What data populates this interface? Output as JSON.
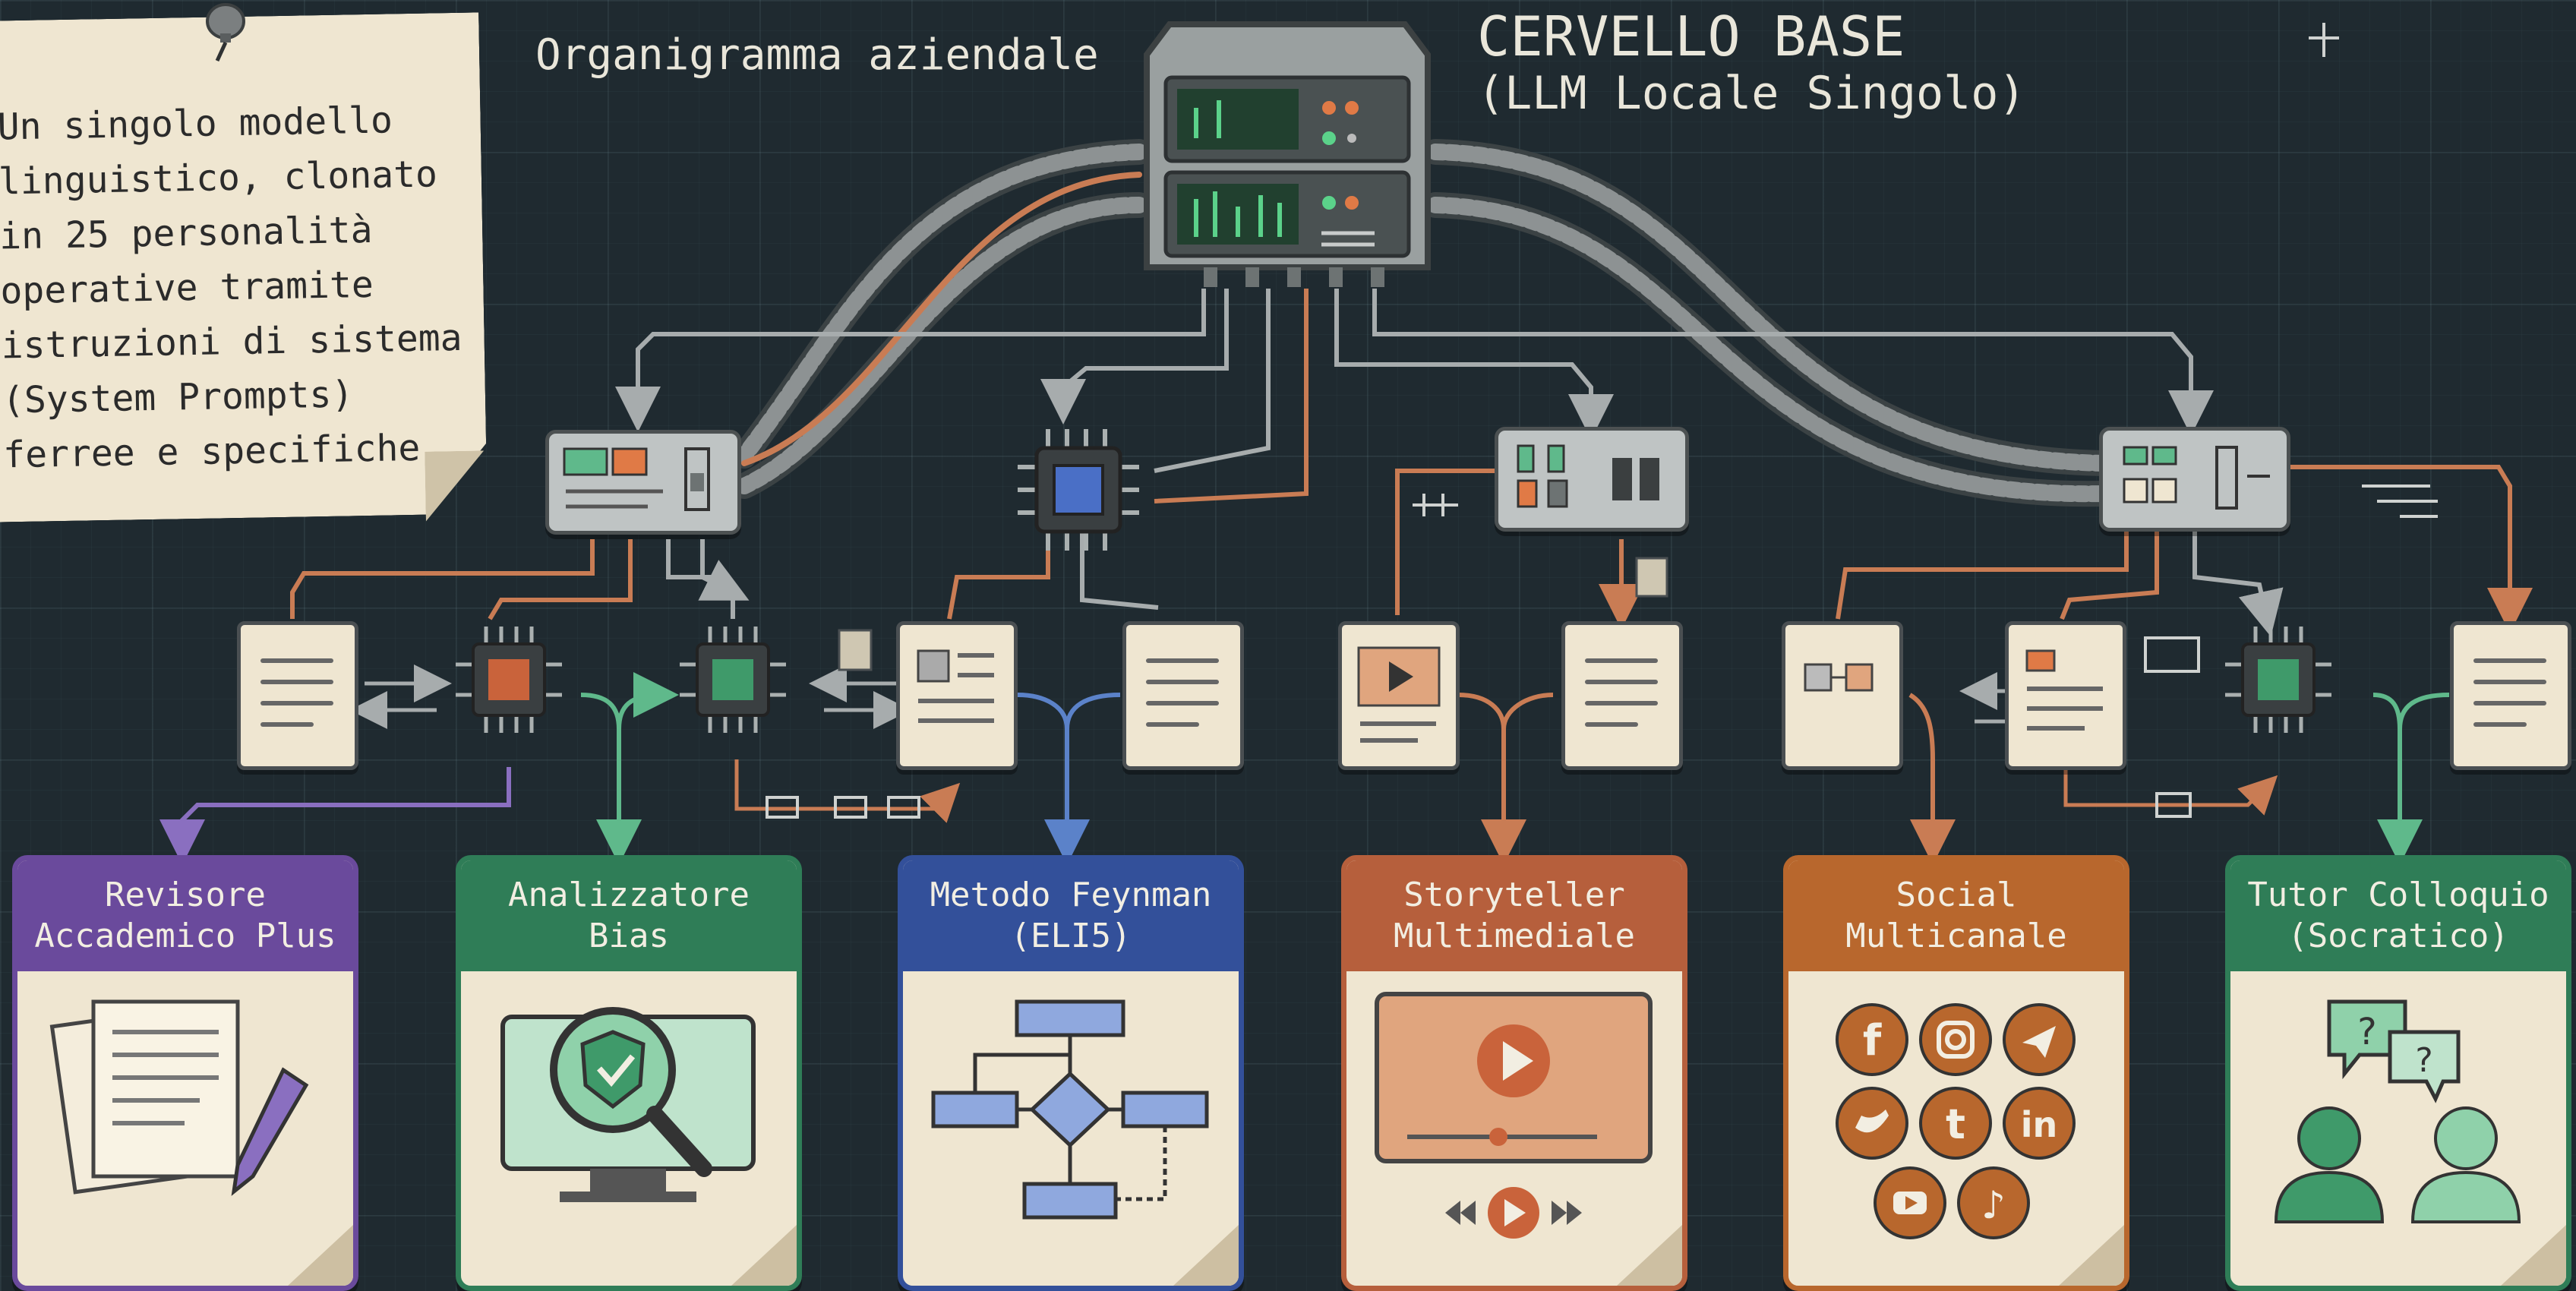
{
  "header": {
    "org_title": "Organigramma aziendale",
    "brain_title": "CERVELLO BASE",
    "brain_subtitle": "(LLM Locale Singolo)"
  },
  "note": {
    "text": "Un singolo modello linguistico, clonato in 25 personalità operative tramite istruzioni di sistema (System Prompts) ferree e specifiche."
  },
  "cards": [
    {
      "label": "Revisore Accademico Plus",
      "icon": "documents-pen-icon",
      "color": "#6a4a9c"
    },
    {
      "label": "Analizzatore Bias",
      "icon": "magnifier-shield-icon",
      "color": "#2f7d57"
    },
    {
      "label": "Metodo Feynman (ELI5)",
      "icon": "flowchart-icon",
      "color": "#33509a"
    },
    {
      "label": "Storyteller Multimediale",
      "icon": "video-player-icon",
      "color": "#b65f3c"
    },
    {
      "label": "Social Multicanale",
      "icon": "social-media-icons",
      "color": "#b8672d"
    },
    {
      "label": "Tutor Colloquio (Socratico)",
      "icon": "chat-question-icon",
      "color": "#2f7d57"
    }
  ],
  "colors": {
    "wire_gray": "#a7acad",
    "wire_orange": "#c97c54",
    "wire_purple": "#8a6fc0",
    "wire_green": "#5fb98b",
    "wire_blue": "#5b82c9"
  }
}
